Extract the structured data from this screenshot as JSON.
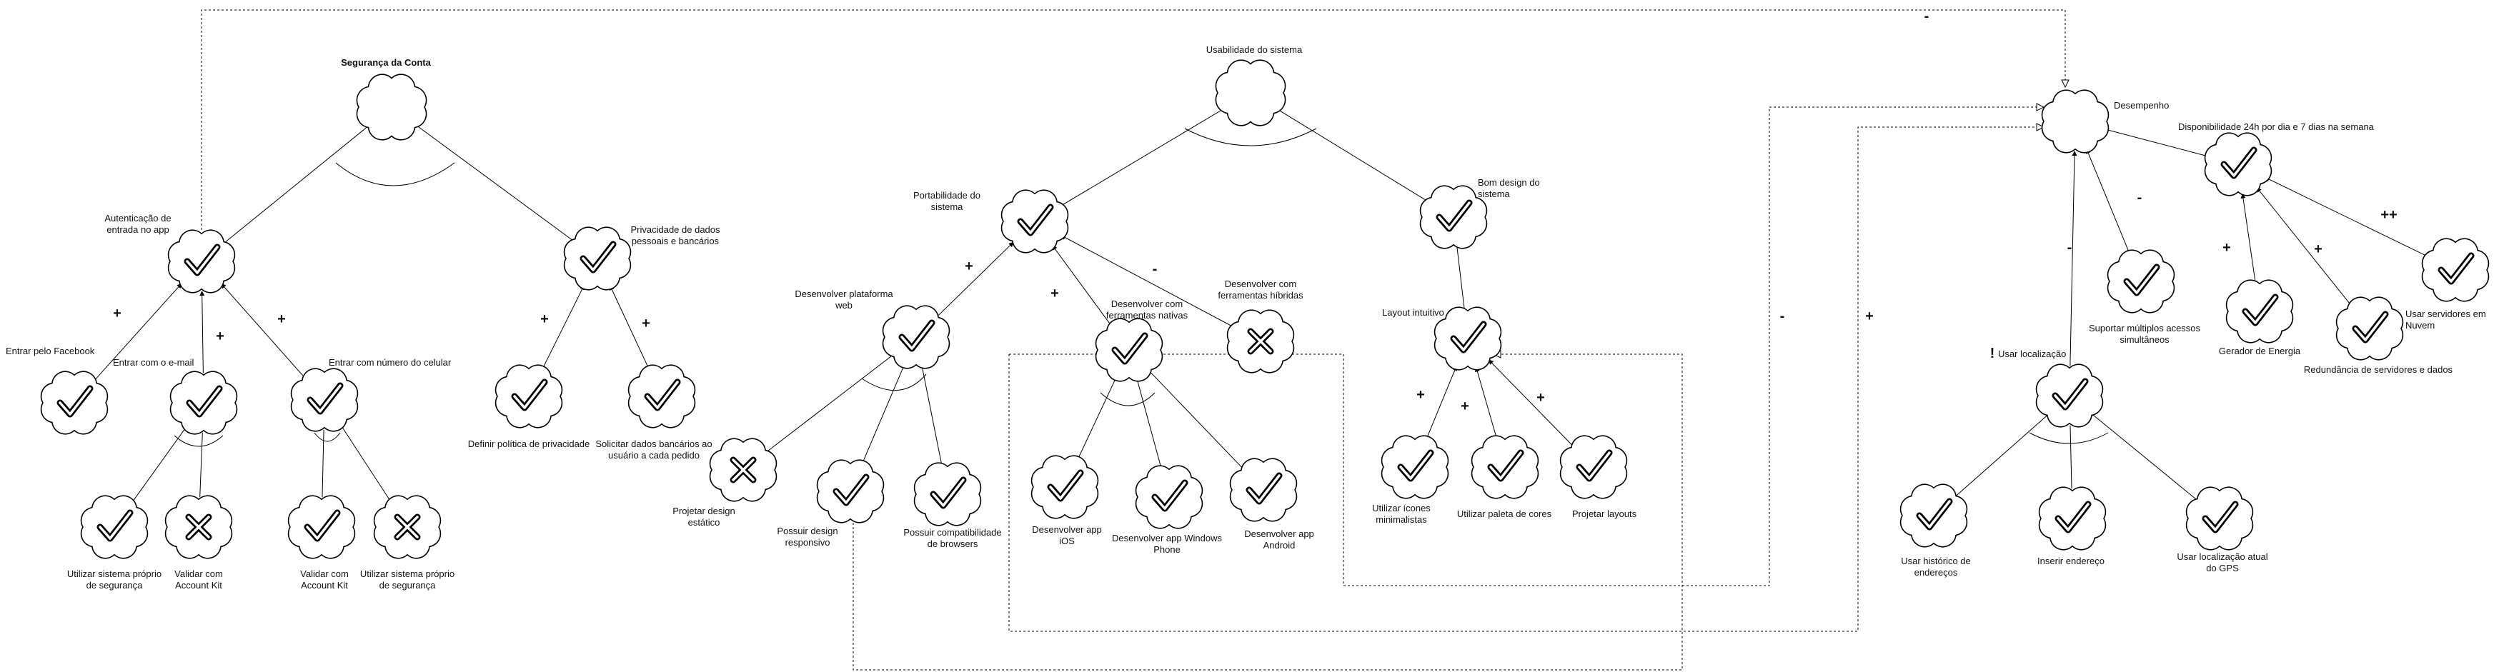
{
  "goals": {
    "seguranca": "Segurança da Conta",
    "autenticacao": "Autenticação de entrada no app",
    "privacidade": "Privacidade de dados pessoais e bancários",
    "facebook": "Entrar pelo Facebook",
    "email": "Entrar com o e-mail",
    "celular": "Entrar com número do celular",
    "politica": "Definir política de privacidade",
    "solicitar": "Solicitar dados bancários ao usuário a cada pedido",
    "sistema_proprio_1": "Utilizar sistema próprio de segurança",
    "account_kit_1": "Validar com Account Kit",
    "account_kit_2": "Validar com Account Kit",
    "sistema_proprio_2": "Utilizar sistema próprio de segurança",
    "usabilidade": "Usabilidade do sistema",
    "portabilidade": "Portabilidade do sistema",
    "bom_design": "Bom design do sistema",
    "plataforma_web": "Desenvolver plataforma web",
    "nativas": "Desenvolver com ferramentas nativas",
    "hibridas": "Desenvolver com ferramentas híbridas",
    "layout_intuitivo": "Layout intuitivo",
    "design_estatico": "Projetar design estático",
    "design_responsivo": "Possuir design responsivo",
    "compat_browsers": "Possuir compatibilidade de browsers",
    "app_ios": "Desenvolver app iOS",
    "app_windows": "Desenvolver app Windows Phone",
    "app_android": "Desenvolver app Android",
    "icones": "Utilizar ícones minimalistas",
    "paleta": "Utilizar paleta de cores",
    "projetar_layouts": "Projetar layouts",
    "desempenho": "Desempenho",
    "disponibilidade": "Disponibilidade 24h por dia e 7 dias na semana",
    "multiplos_acessos": "Suportar múltiplos acessos simultâneos",
    "gerador": "Gerador de Energia",
    "redundancia": "Redundância de servidores e dados",
    "nuvem": "Usar servidores em Nuvem",
    "localizacao": "Usar localização",
    "historico": "Usar histórico de endereços",
    "inserir": "Inserir endereço",
    "gps": "Usar localização atual do GPS"
  },
  "contributions": {
    "facebook": "+",
    "email": "+",
    "celular": "+",
    "politica": "+",
    "solicitar": "+",
    "plataforma_web": "+",
    "nativas": "+",
    "hibridas": "-",
    "bad_localizacao": "-",
    "multiplos_acessos": "-",
    "gerador": "+",
    "redundancia": "+",
    "nuvem": "++",
    "top_link": "-",
    "link_left": "-",
    "link_right": "+"
  },
  "markers": {
    "warning": "!"
  },
  "status_icons": {
    "satisfied": "check-icon",
    "denied": "x-icon"
  },
  "colors": {
    "stroke": "#000000",
    "background": "#ffffff"
  }
}
